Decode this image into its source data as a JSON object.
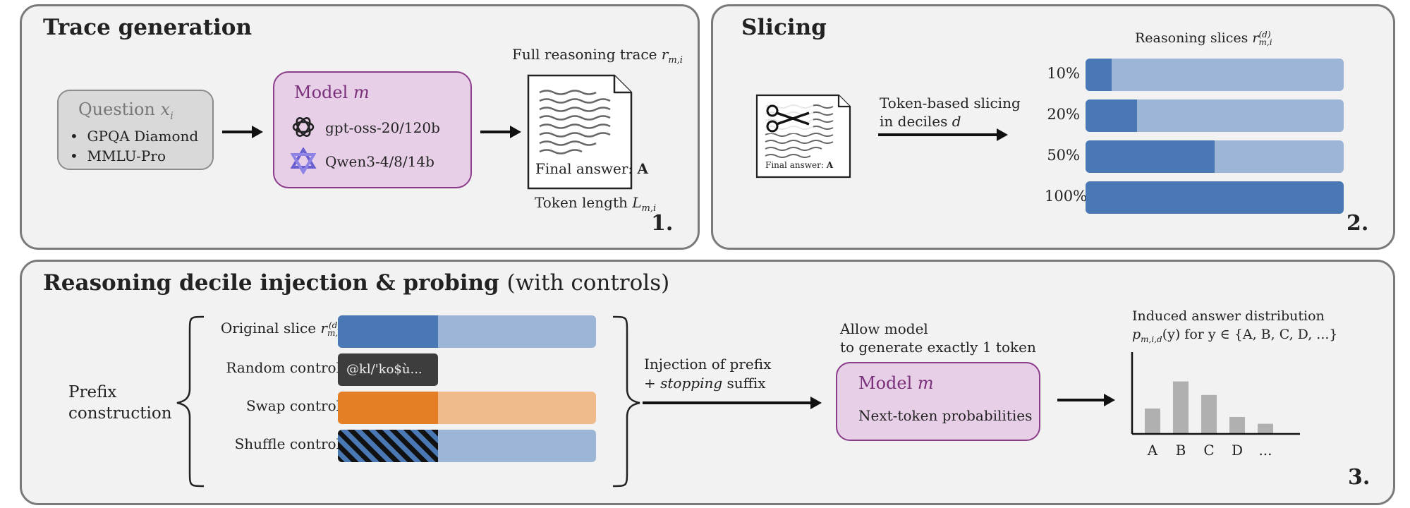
{
  "panel1": {
    "title": "Trace generation",
    "number": "1.",
    "question": {
      "label": "Question",
      "var": "x",
      "sub": "i",
      "items": [
        "GPQA Diamond",
        "MMLU-Pro"
      ]
    },
    "model": {
      "label": "Model",
      "var": "m",
      "entries": [
        "gpt-oss-20/120b",
        "Qwen3-4/8/14b"
      ]
    },
    "trace": {
      "label": "Full reasoning trace",
      "var": "r",
      "sub": "m,i",
      "final_prefix": "Final answer:",
      "final_letter": "A"
    },
    "length": {
      "label": "Token length",
      "var": "L",
      "sub": "m,i"
    }
  },
  "panel2": {
    "title": "Slicing",
    "number": "2.",
    "slices_label": "Reasoning slices",
    "slices_var": "r",
    "slices_sub": "m,i",
    "slices_sup": "(d)",
    "doc_final_prefix": "Final answer:",
    "doc_final_letter": "A",
    "arrow_line1": "Token-based slicing",
    "arrow_line2_prefix": "in deciles",
    "arrow_var": "d",
    "bars": [
      {
        "label": "10%",
        "fraction": 0.1
      },
      {
        "label": "20%",
        "fraction": 0.2
      },
      {
        "label": "50%",
        "fraction": 0.5
      },
      {
        "label": "100%",
        "fraction": 1.0
      }
    ],
    "colors": {
      "dark": "#4a78b4",
      "light": "#9db5d6"
    }
  },
  "panel3": {
    "title": "Reasoning decile injection & probing",
    "title_suffix": "(with controls)",
    "number": "3.",
    "prefix_label_line1": "Prefix",
    "prefix_label_line2": "construction",
    "rows": [
      {
        "label": "Original slice",
        "dark": "#4a78b4",
        "light": "#9db5d6"
      },
      {
        "label": "Random control",
        "chip": "@kl/'ko$ù..."
      },
      {
        "label": "Swap control",
        "dark": "#e57f25",
        "light": "#efba8c"
      },
      {
        "label": "Shuffle control",
        "light": "#9db5d6"
      }
    ],
    "row0_var": "r",
    "row0_sub": "m,i",
    "row0_sup": "(d)",
    "inject_line1": "Injection of prefix",
    "inject_line2_prefix": "+",
    "inject_line2_italic": "stopping",
    "inject_line2_suffix": "suffix",
    "allow_line1": "Allow model",
    "allow_line2": "to generate exactly 1 token",
    "model_label": "Model",
    "model_var": "m",
    "model_sub": "Next-token probabilities",
    "dist_line1": "Induced answer distribution",
    "dist_var": "p",
    "dist_sub": "m,i,d",
    "dist_tail": "(y) for y ∈ {A, B, C, D, ...}",
    "chart_data": {
      "type": "bar",
      "categories": [
        "A",
        "B",
        "C",
        "D",
        "..."
      ],
      "values": [
        0.3,
        0.62,
        0.46,
        0.2,
        0.12
      ],
      "ylim": [
        0,
        1
      ],
      "title": "",
      "xlabel": "",
      "ylabel": "",
      "bar_color": "#b0b0b0"
    }
  },
  "icons": {
    "arrow": "right-arrow-icon",
    "openai": "openai-logo-icon",
    "qwen": "qwen-logo-icon",
    "scissors": "scissors-icon",
    "document": "document-icon"
  }
}
